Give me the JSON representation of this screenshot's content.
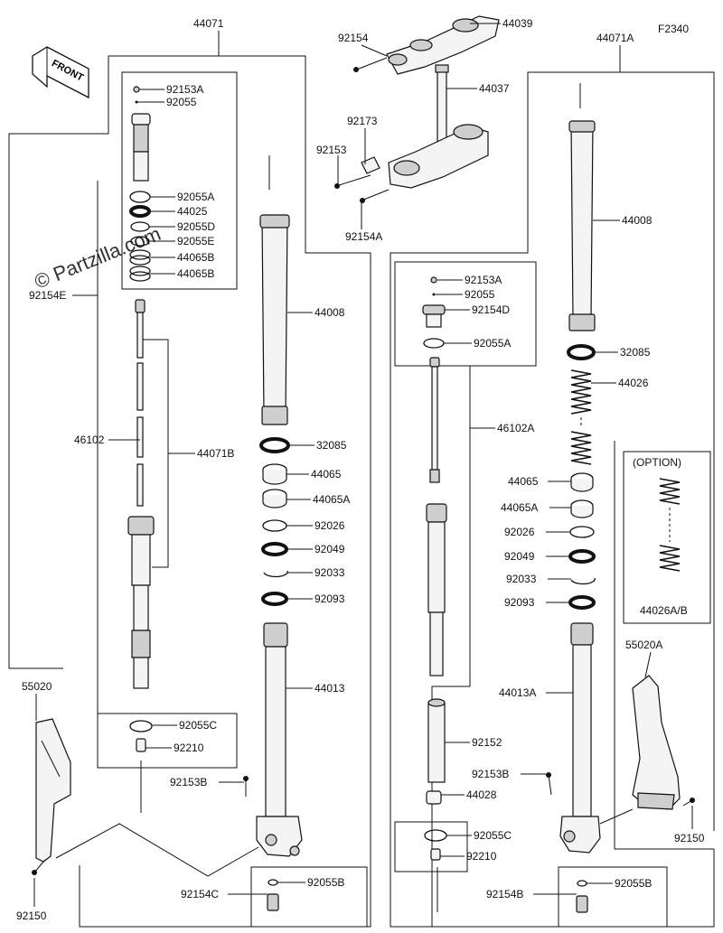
{
  "figure_code": "F2340",
  "front_label": "FRONT",
  "watermark": "© Partzilla.com",
  "option_box": {
    "title": "(OPTION)",
    "part": "44026A/B"
  },
  "labels": {
    "p44071": "44071",
    "p44071A": "44071A",
    "p44039": "44039",
    "p92154_top": "92154",
    "p44037": "44037",
    "p92173": "92173",
    "p92153_top": "92153",
    "p92154A": "92154A",
    "L92153A": "92153A",
    "L92055": "92055",
    "L92055A": "92055A",
    "L44025": "44025",
    "L92055D": "92055D",
    "L92055E": "92055E",
    "L44065B_1": "44065B",
    "L44065B_2": "44065B",
    "L92154E": "92154E",
    "L46102": "46102",
    "L44071B": "44071B",
    "L44008": "44008",
    "L32085": "32085",
    "L44065": "44065",
    "L44065A": "44065A",
    "L92026": "92026",
    "L92049": "92049",
    "L92033": "92033",
    "L92093": "92093",
    "L44013": "44013",
    "L55020": "55020",
    "L92055C": "92055C",
    "L92210": "92210",
    "L92153B": "92153B",
    "L92154C": "92154C",
    "L92055B": "92055B",
    "L92150": "92150",
    "R92153A": "92153A",
    "R92055": "92055",
    "R92154D": "92154D",
    "R92055A": "92055A",
    "R46102A": "46102A",
    "R92152": "92152",
    "R92153B": "92153B",
    "R44028": "44028",
    "R92055C": "92055C",
    "R92210": "92210",
    "R92154B": "92154B",
    "R92055B": "92055B",
    "R44008": "44008",
    "R32085": "32085",
    "R44026": "44026",
    "R44065": "44065",
    "R44065A": "44065A",
    "R92026": "92026",
    "R92049": "92049",
    "R92033": "92033",
    "R92093": "92093",
    "R44013A": "44013A",
    "R55020A": "55020A",
    "R92150": "92150"
  }
}
